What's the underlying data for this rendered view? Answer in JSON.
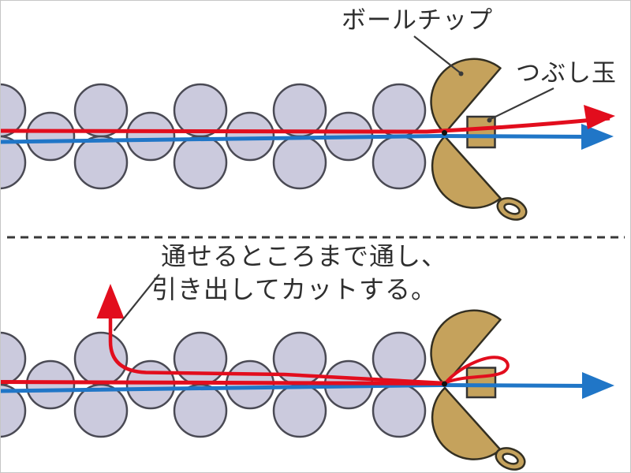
{
  "labels": {
    "ball_tip": "ボールチップ",
    "crimp_bead": "つぶし玉",
    "instruction_line1": "通せるところまで通し、",
    "instruction_line2": "引き出してカットする。"
  },
  "colors": {
    "thread_red": "#e20d1d",
    "thread_blue": "#2076c7",
    "bead_fill": "#cbcadd",
    "bead_outline": "#4a4a54",
    "ball_tip_gold": "#c5a25c",
    "dark_line": "#333333",
    "background": "#ffffff"
  }
}
